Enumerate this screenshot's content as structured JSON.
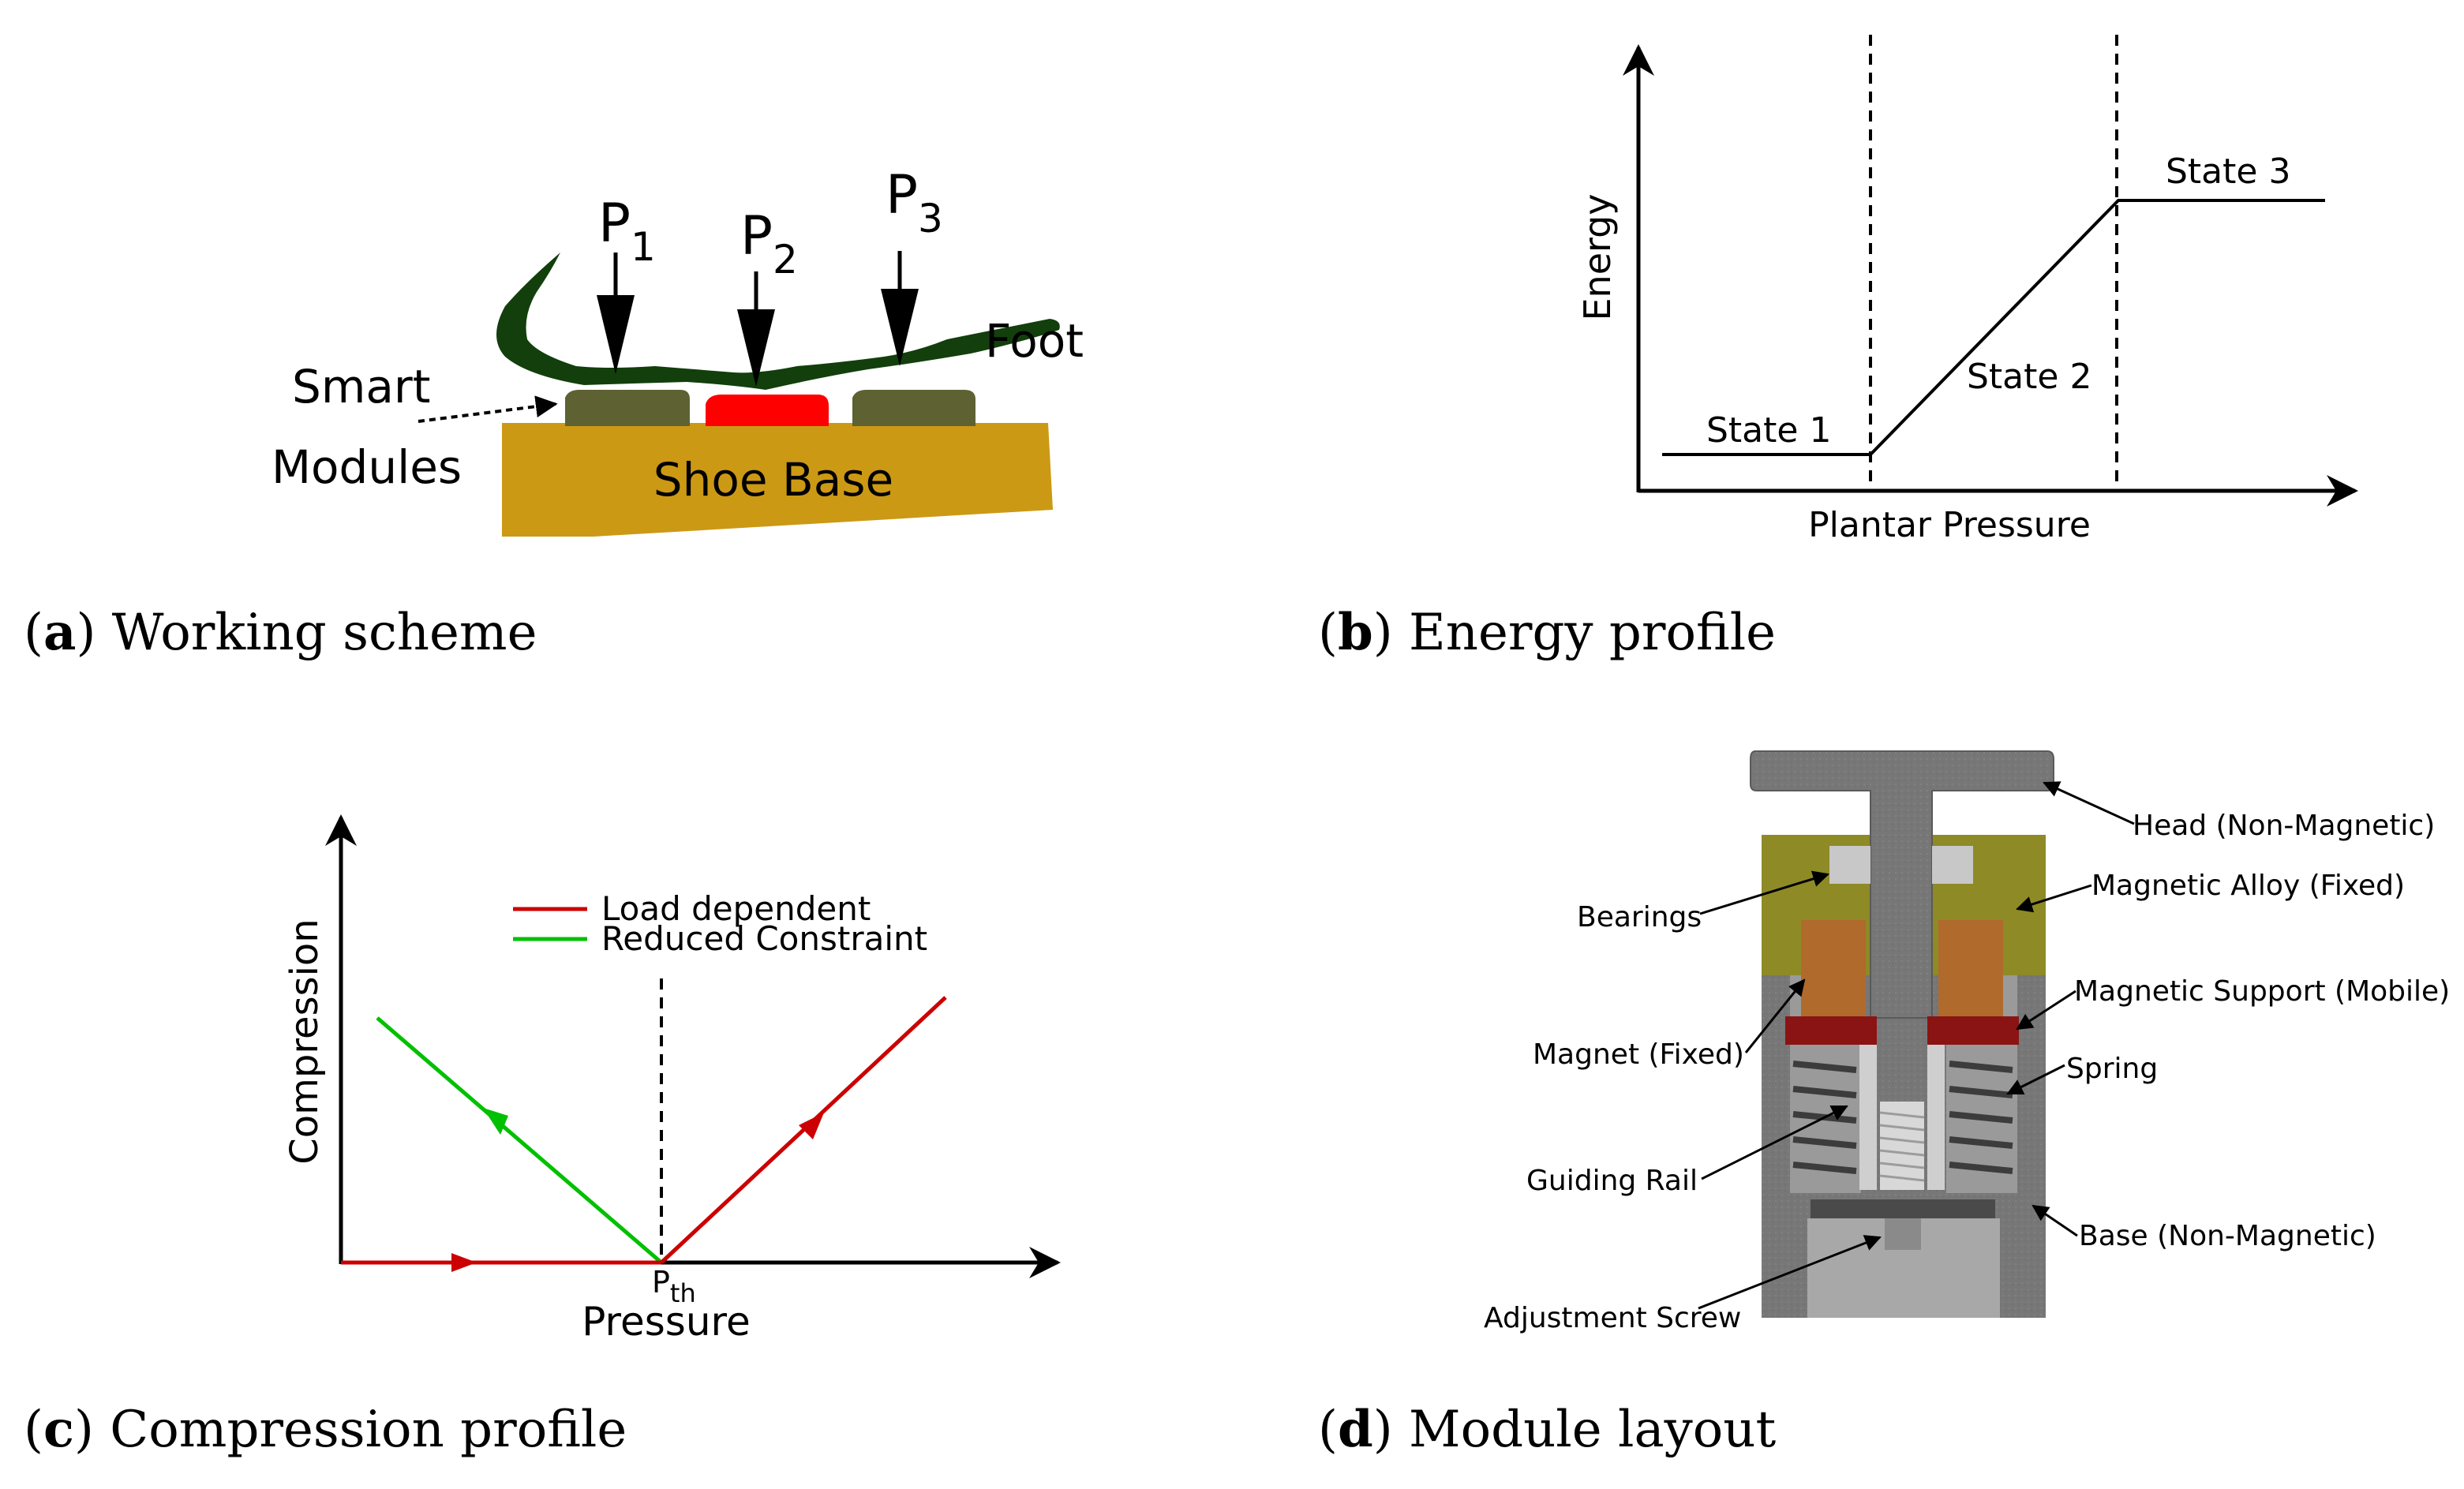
{
  "panels": {
    "a": {
      "letter": "a",
      "caption": "Working scheme",
      "forces": [
        {
          "main": "P",
          "sub": "1"
        },
        {
          "main": "P",
          "sub": "2"
        },
        {
          "main": "P",
          "sub": "3"
        }
      ],
      "label_foot": "Foot",
      "label_smart": "Smart",
      "label_modules": "Modules",
      "label_shoe_base": "Shoe Base",
      "colors": {
        "foot": "#123f0c",
        "module": "#5e6233",
        "active_module": "#ff0000",
        "shoe": "#cc9914"
      }
    },
    "b": {
      "letter": "b",
      "caption": "Energy profile",
      "ylabel": "Energy",
      "xlabel": "Plantar Pressure",
      "states": [
        "State 1",
        "State 2",
        "State 3"
      ]
    },
    "c": {
      "letter": "c",
      "caption": "Compression profile",
      "ylabel": "Compression",
      "xlabel": "Pressure",
      "threshold": {
        "main": "P",
        "sub": "th"
      },
      "legend": [
        {
          "name": "Load dependent",
          "color": "#cc0000"
        },
        {
          "name": "Reduced Constraint",
          "color": "#00c000"
        }
      ]
    },
    "d": {
      "letter": "d",
      "caption": "Module layout",
      "labels": {
        "head": "Head (Non-Magnetic)",
        "bearings": "Bearings",
        "magnetic_alloy": "Magnetic Alloy (Fixed)",
        "magnetic_support": "Magnetic Support (Mobile)",
        "magnet": "Magnet (Fixed)",
        "spring": "Spring",
        "guiding_rail": "Guiding Rail",
        "base": "Base (Non-Magnetic)",
        "adjustment_screw": "Adjustment Screw"
      },
      "colors": {
        "body": "#7a7a7a",
        "alloy": "#8e8a26",
        "magnet": "#b06a2c",
        "support": "#8a1414",
        "light": "#c8c8c8"
      }
    }
  }
}
